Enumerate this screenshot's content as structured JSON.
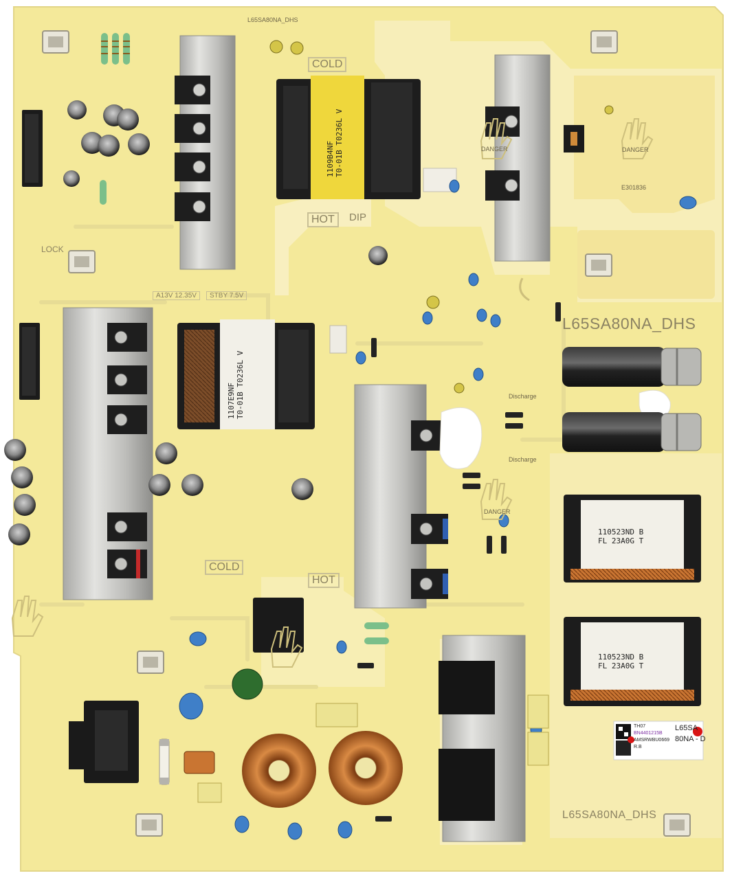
{
  "board": {
    "model_label": "L65SA80NA_DHS",
    "top_label": "L65SA80NA_DHS",
    "hot_label": "HOT",
    "cold_label": "COLD",
    "dip_label": "DIP",
    "lock_label": "LOCK",
    "danger_label": "DANGER",
    "ul_code": "E301836",
    "voltage_rail_1": "A13V 12.35V",
    "voltage_rail_2": "STBY 7.5V",
    "discharge_label": "Discharge"
  },
  "transformers": {
    "main_1": "1109B4NF\nT0-01B T0236L V",
    "main_2": "1107E9NF\nT0-01B T0236L V",
    "llc_1": "110523ND B\nFL 23A0G T",
    "llc_2": "110523ND B\nFL 23A0G T"
  },
  "sticker": {
    "line1": "TH07",
    "line2": "BN4401215B",
    "line3": "AMSRWBU0669",
    "line4": "R.B",
    "model_a": "L65SA",
    "model_b": "80NA - D"
  },
  "colors": {
    "pcb": "#f4e99a",
    "pcb_light": "#f8efb2",
    "zone": "#efe3c6",
    "heatsink": "#c7c7c4",
    "mosfet": "#1c1c1c",
    "copper": "#c56e2a",
    "cap": "#2a2a2a",
    "red_dot": "#d91414"
  }
}
